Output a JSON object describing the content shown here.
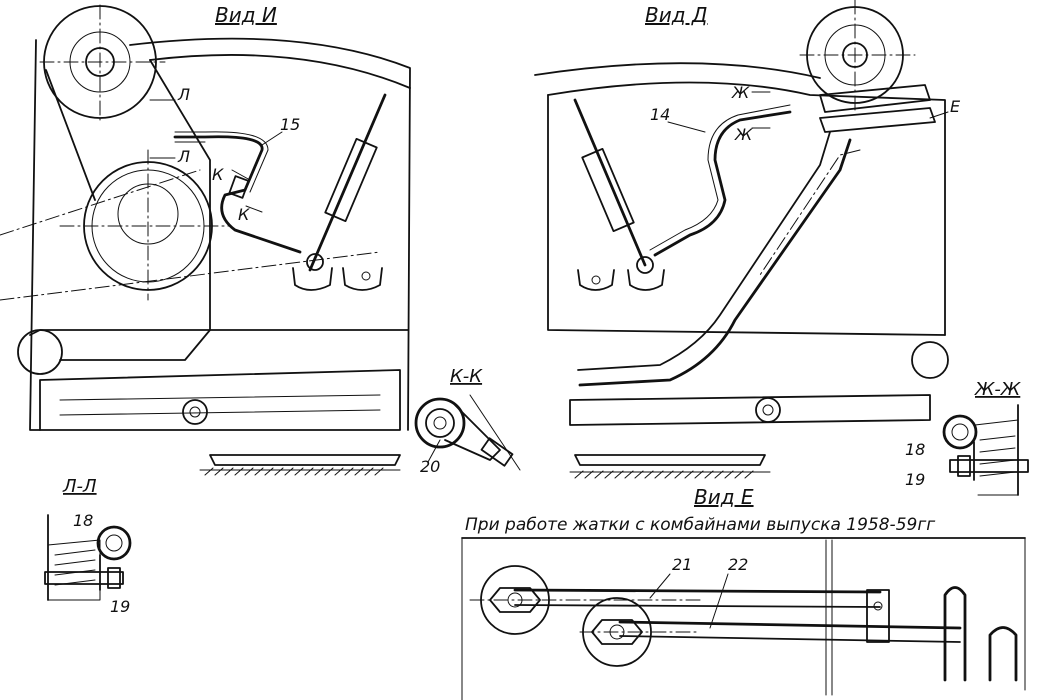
{
  "views": {
    "view_i": "Вид И",
    "view_d": "Вид Д",
    "view_e": "Вид Е"
  },
  "sections": {
    "kk": "К-К",
    "ll": "Л-Л",
    "zhzh": "Ж-Ж"
  },
  "cut_marks": {
    "l_top": "Л",
    "l_bottom": "Л",
    "k_left": "К",
    "k_right": "К",
    "zh_top": "Ж",
    "zh_bottom": "Ж",
    "e_arrow": "Е"
  },
  "callouts": {
    "n14": "14",
    "n15": "15",
    "n18a": "18",
    "n18b": "18",
    "n19a": "19",
    "n19b": "19",
    "n20": "20",
    "n21": "21",
    "n22": "22"
  },
  "note": "При работе жатки с комбайнами выпуска 1958-59гг"
}
